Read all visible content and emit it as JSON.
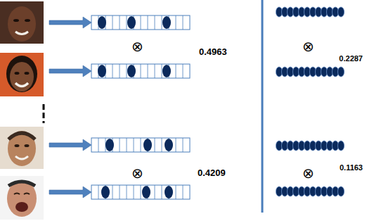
{
  "diagram": {
    "labels": [
      "⊗",
      "0.4963",
      "⊗",
      "0.2287",
      "⊗",
      "0.4209",
      "⊗",
      "0.1163"
    ]
  }
}
